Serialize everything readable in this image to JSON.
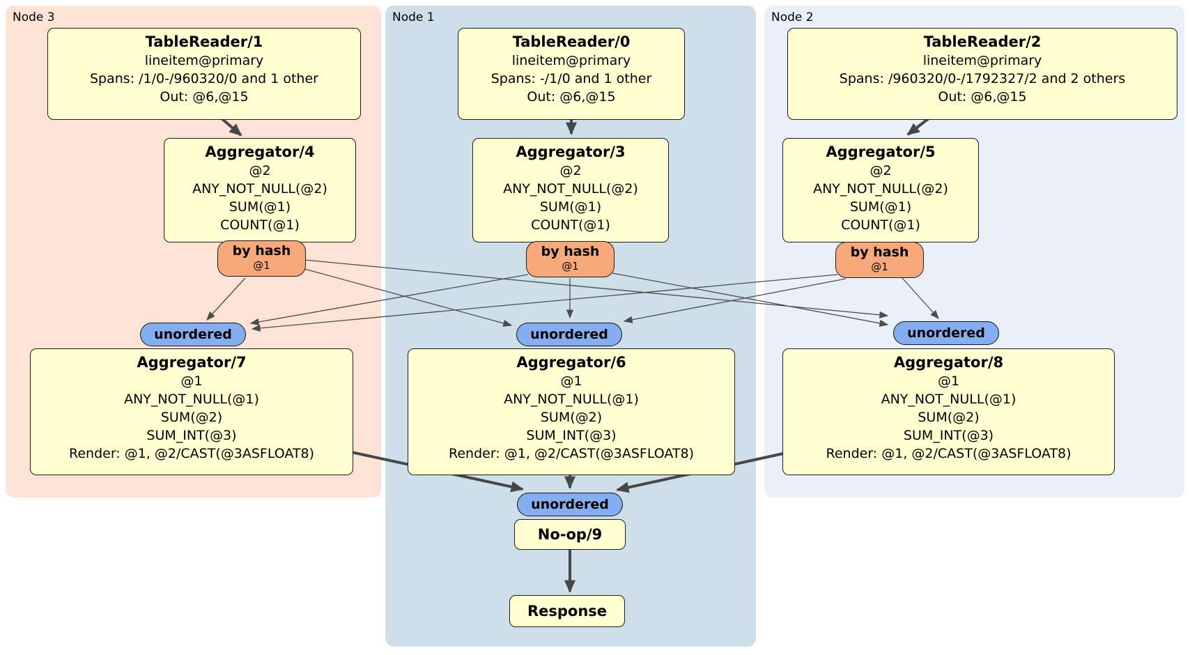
{
  "panels": [
    {
      "label": "Node 3"
    },
    {
      "label": "Node 1"
    },
    {
      "label": "Node 2"
    }
  ],
  "boxes": {
    "tr1": {
      "title": "TableReader/1",
      "lines": [
        "lineitem@primary",
        "Spans: /1/0-/960320/0 and 1 other",
        "Out: @6,@15"
      ]
    },
    "tr0": {
      "title": "TableReader/0",
      "lines": [
        "lineitem@primary",
        "Spans: -/1/0 and 1 other",
        "Out: @6,@15"
      ]
    },
    "tr2": {
      "title": "TableReader/2",
      "lines": [
        "lineitem@primary",
        "Spans: /960320/0-/1792327/2 and 2 others",
        "Out: @6,@15"
      ]
    },
    "agg4": {
      "title": "Aggregator/4",
      "lines": [
        "@2",
        "ANY_NOT_NULL(@2)",
        "SUM(@1)",
        "COUNT(@1)"
      ]
    },
    "agg3": {
      "title": "Aggregator/3",
      "lines": [
        "@2",
        "ANY_NOT_NULL(@2)",
        "SUM(@1)",
        "COUNT(@1)"
      ]
    },
    "agg5": {
      "title": "Aggregator/5",
      "lines": [
        "@2",
        "ANY_NOT_NULL(@2)",
        "SUM(@1)",
        "COUNT(@1)"
      ]
    },
    "agg7": {
      "title": "Aggregator/7",
      "lines": [
        "@1",
        "ANY_NOT_NULL(@1)",
        "SUM(@2)",
        "SUM_INT(@3)",
        "Render: @1, @2/CAST(@3ASFLOAT8)"
      ]
    },
    "agg6": {
      "title": "Aggregator/6",
      "lines": [
        "@1",
        "ANY_NOT_NULL(@1)",
        "SUM(@2)",
        "SUM_INT(@3)",
        "Render: @1, @2/CAST(@3ASFLOAT8)"
      ]
    },
    "agg8": {
      "title": "Aggregator/8",
      "lines": [
        "@1",
        "ANY_NOT_NULL(@1)",
        "SUM(@2)",
        "SUM_INT(@3)",
        "Render: @1, @2/CAST(@3ASFLOAT8)"
      ]
    },
    "noop": {
      "title": "No-op/9"
    },
    "response": {
      "title": "Response"
    }
  },
  "router": {
    "label": "by hash",
    "key": "@1"
  },
  "sync": {
    "label": "unordered"
  },
  "colors": {
    "node3_bg": "#fce3d5",
    "node1_bg": "#cfdfe9",
    "node2_bg": "#eaf0fa",
    "operator_bg": "#ffffd2",
    "router_bg": "#f8a97c",
    "sync_bg": "#85aef0",
    "edge": "#4c4c4c",
    "edge_bold": "#474747"
  }
}
